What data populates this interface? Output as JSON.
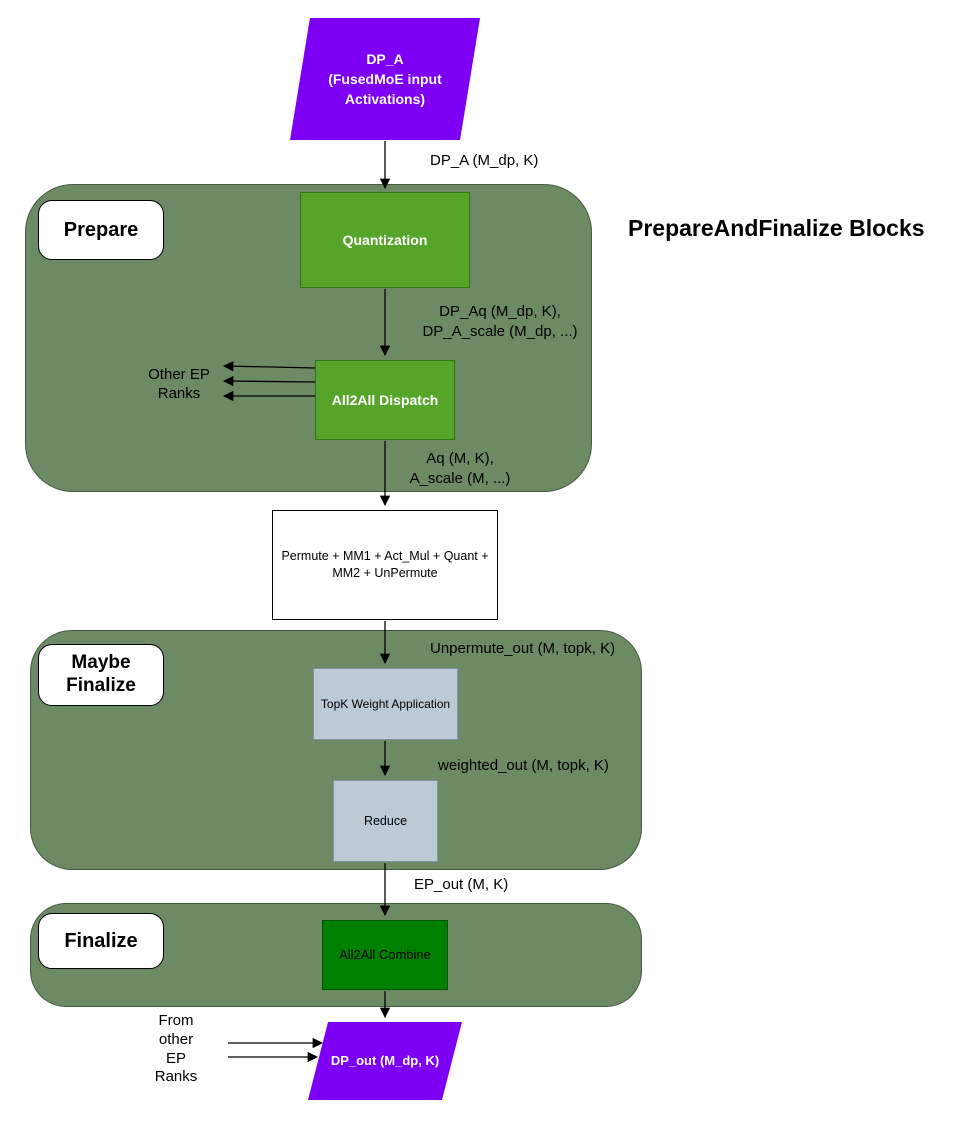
{
  "title": "PrepareAndFinalize Blocks",
  "nodes": {
    "dp_a_input": "DP_A\n(FusedMoE input\nActivations)",
    "quantization": "Quantization",
    "all2all_dispatch": "All2All Dispatch",
    "permute_block": "Permute + MM1 + Act_Mul + Quant +\nMM2 + UnPermute",
    "topk_weight_application": "TopK Weight Application",
    "reduce": "Reduce",
    "all2all_combine": "All2All Combine",
    "dp_out": "DP_out (M_dp, K)"
  },
  "containers": {
    "prepare": "Prepare",
    "maybe_finalize": "Maybe\nFinalize",
    "finalize": "Finalize"
  },
  "edge_labels": {
    "dp_a": "DP_A (M_dp, K)",
    "dp_aq": "DP_Aq (M_dp, K),\nDP_A_scale (M_dp, ...)",
    "aq": "Aq (M, K),\nA_scale (M, ...)",
    "unpermute_out": "Unpermute_out (M, topk, K)",
    "weighted_out": "weighted_out (M, topk, K)",
    "ep_out": "EP_out (M, K)"
  },
  "annotations": {
    "other_ep_ranks": "Other EP\nRanks",
    "from_other_ep_ranks": "From\nother\nEP\nRanks"
  },
  "colors": {
    "purple": "#7d00f5",
    "container_green": "#6c8a64",
    "bright_green": "#57a42b",
    "dark_green": "#008000",
    "blue_gray": "#bccad6"
  }
}
